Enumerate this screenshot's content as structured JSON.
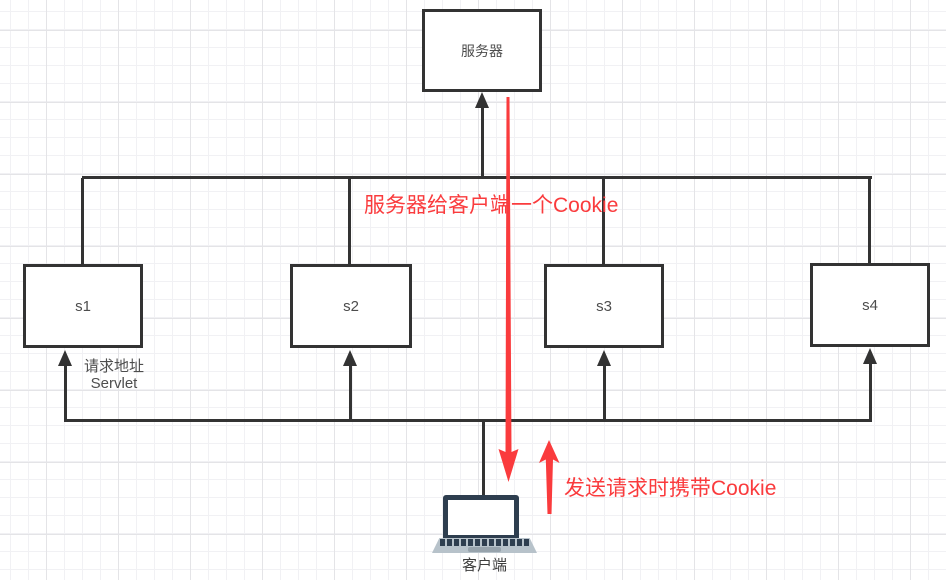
{
  "nodes": {
    "server": {
      "label": "服务器"
    },
    "servlets": [
      {
        "label": "s1"
      },
      {
        "label": "s2"
      },
      {
        "label": "s3"
      },
      {
        "label": "s4"
      }
    ],
    "client": {
      "label": "客户端"
    }
  },
  "annotations": {
    "set_cookie": "服务器给客户端一个Cookie",
    "send_cookie": "发送请求时携带Cookie",
    "request_address_line1": "请求地址",
    "request_address_line2": "Servlet"
  },
  "icons": {
    "client_icon": "laptop-icon"
  },
  "colors": {
    "line_black": "#333333",
    "annotation_red": "#fa3b3d",
    "label_gray": "#4d4d4d",
    "laptop_dark": "#2e3e4f",
    "laptop_light": "#b7c2ca",
    "grid_minor": "#f1f1f4",
    "grid_major": "#e4e4e7"
  }
}
